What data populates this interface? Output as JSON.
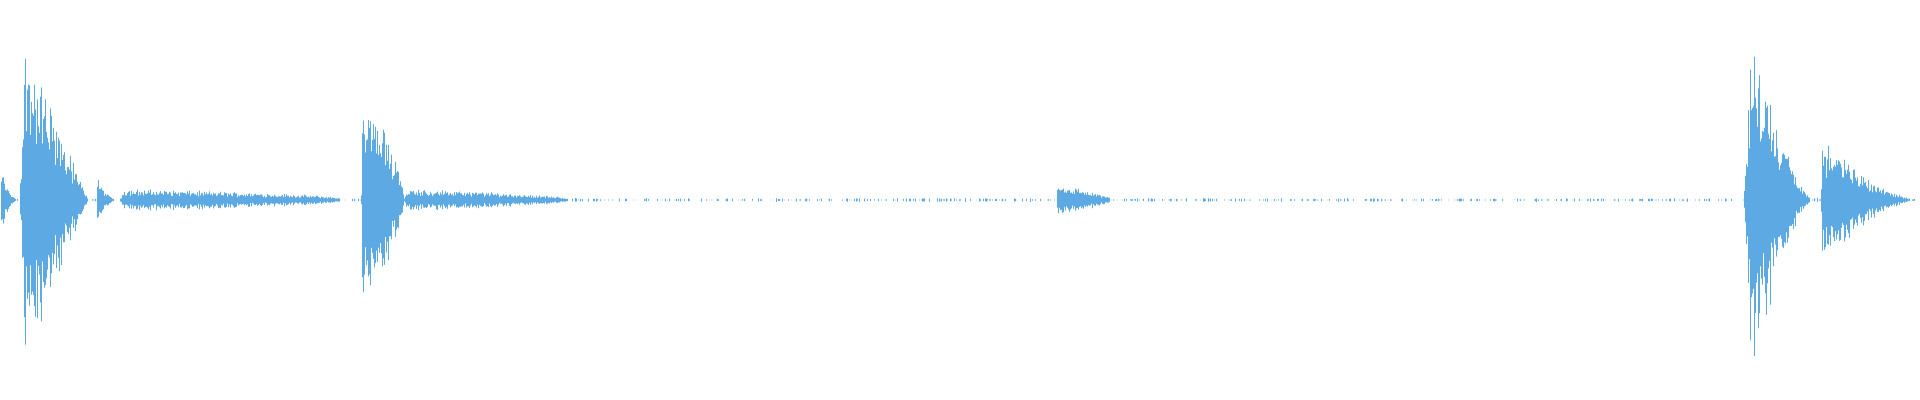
{
  "waveform": {
    "color": "#5DA9E3",
    "background": "#FFFFFF",
    "segments": [
      {
        "start": 0.0,
        "end": 0.01,
        "peak": 0.18,
        "decay": 0.55
      },
      {
        "start": 0.01,
        "end": 0.046,
        "peak": 0.88,
        "decay": 0.25,
        "attack": 0.08
      },
      {
        "start": 0.05,
        "end": 0.062,
        "peak": 0.14,
        "decay": 0.6
      },
      {
        "start": 0.062,
        "end": 0.18,
        "peak": 0.06,
        "decay": 0.05
      },
      {
        "start": 0.188,
        "end": 0.21,
        "peak": 0.55,
        "decay": 0.06
      },
      {
        "start": 0.21,
        "end": 0.3,
        "peak": 0.06,
        "decay": 0.08
      },
      {
        "start": 0.55,
        "end": 0.58,
        "peak": 0.09,
        "decay": 0.15
      },
      {
        "start": 0.908,
        "end": 0.944,
        "peak": 0.98,
        "decay": 0.4,
        "attack": 0.12
      },
      {
        "start": 0.948,
        "end": 1.0,
        "peak": 0.35,
        "decay": 0.45
      }
    ],
    "noise_floor": 0.012,
    "sparse_ticks": [
      0.3,
      0.395,
      0.42,
      0.45,
      0.48,
      0.51,
      0.63,
      0.66,
      0.7,
      0.73,
      0.76,
      0.79,
      0.82,
      0.85,
      0.87,
      0.89
    ]
  }
}
